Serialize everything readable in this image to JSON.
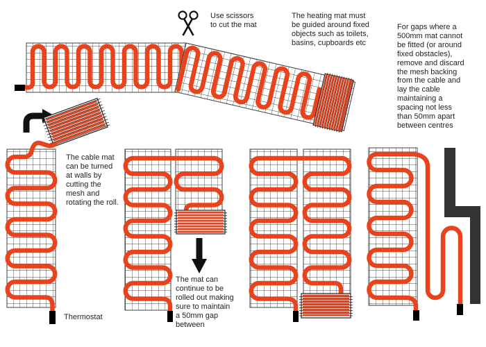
{
  "colors": {
    "background": "#ffffff",
    "cable": "#e8431c",
    "mesh": "#3f3f3f",
    "wall": "#333333",
    "connector": "#000000",
    "ink": "#111111",
    "text": "#222222"
  },
  "icons": {
    "scissors": "scissors-icon",
    "turn_arrow": "turn-arrow-icon",
    "down_arrow": "down-arrow-icon"
  },
  "annotations": {
    "scissors_note": "Use scissors\nto cut the mat",
    "guide_note": "The heating mat must\nbe guided around fixed\nobjects such as toilets,\nbasins, cupboards etc",
    "gaps_note": "For gaps where a\n500mm mat cannot\nbe fitted (or around\nfixed obstacles),\nremove and discard\nthe mesh backing\nfrom the cable and\nlay the cable\nmaintaining a\nspacing not less\nthan 50mm apart\nbetween centres",
    "turn_note": "The cable mat\ncan be turned\nat walls by\ncutting the\nmesh and\nrotating the roll.",
    "continue_note": "The mat can\ncontinue to be\nrolled out making\nsure to maintain\na 50mm gap\nbetween",
    "thermostat_label": "Thermostat"
  }
}
